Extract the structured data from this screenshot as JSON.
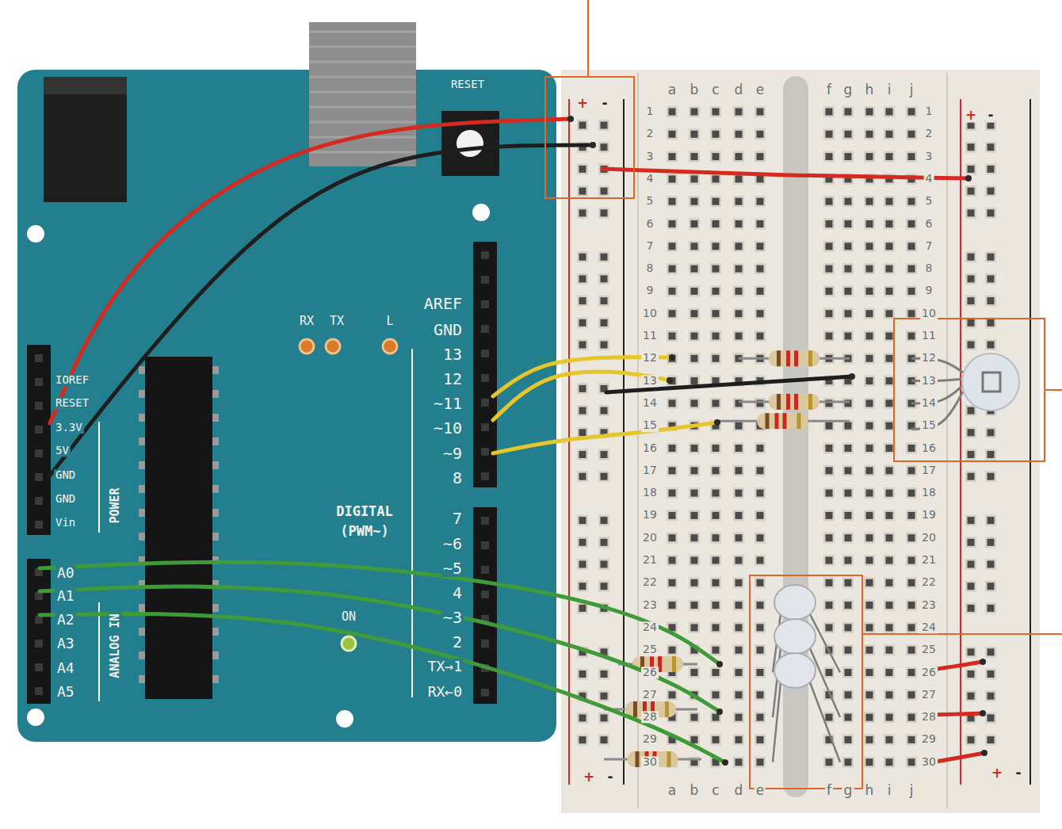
{
  "diagram": {
    "labels": [
      "RESET",
      "RX",
      "TX",
      "L",
      "AREF",
      "GND",
      "13",
      "12",
      "~11",
      "~10",
      "~9",
      "8",
      "7",
      "~6",
      "~5",
      "4",
      "~3",
      "2",
      "TX→1",
      "RX←0",
      "DIGITAL",
      "(PWM~)",
      "ON",
      "IOREF",
      "RESET",
      "3.3V",
      "5V",
      "GND",
      "GND",
      "Vin",
      "POWER",
      "A0",
      "A1",
      "A2",
      "A3",
      "A4",
      "A5",
      "ANALOG IN",
      "1",
      "2",
      "3",
      "4",
      "5",
      "6",
      "7",
      "8",
      "9",
      "10",
      "11",
      "12",
      "13",
      "14",
      "15",
      "16",
      "17",
      "18",
      "19",
      "20",
      "21",
      "22",
      "23",
      "24",
      "25",
      "26",
      "27",
      "28",
      "29",
      "30",
      "1",
      "2",
      "3",
      "4",
      "5",
      "6",
      "7",
      "8",
      "9",
      "10",
      "11",
      "12",
      "13",
      "14",
      "15",
      "16",
      "17",
      "18",
      "19",
      "20",
      "21",
      "22",
      "23",
      "24",
      "25",
      "26",
      "27",
      "28",
      "29",
      "30",
      "a",
      "b",
      "c",
      "d",
      "e",
      "f",
      "g",
      "h",
      "i",
      "j",
      "a",
      "b",
      "c",
      "d",
      "e",
      "f",
      "g",
      "h",
      "i",
      "j",
      "+",
      "-",
      "+",
      "-",
      "+",
      "-",
      "+",
      "-"
    ]
  }
}
